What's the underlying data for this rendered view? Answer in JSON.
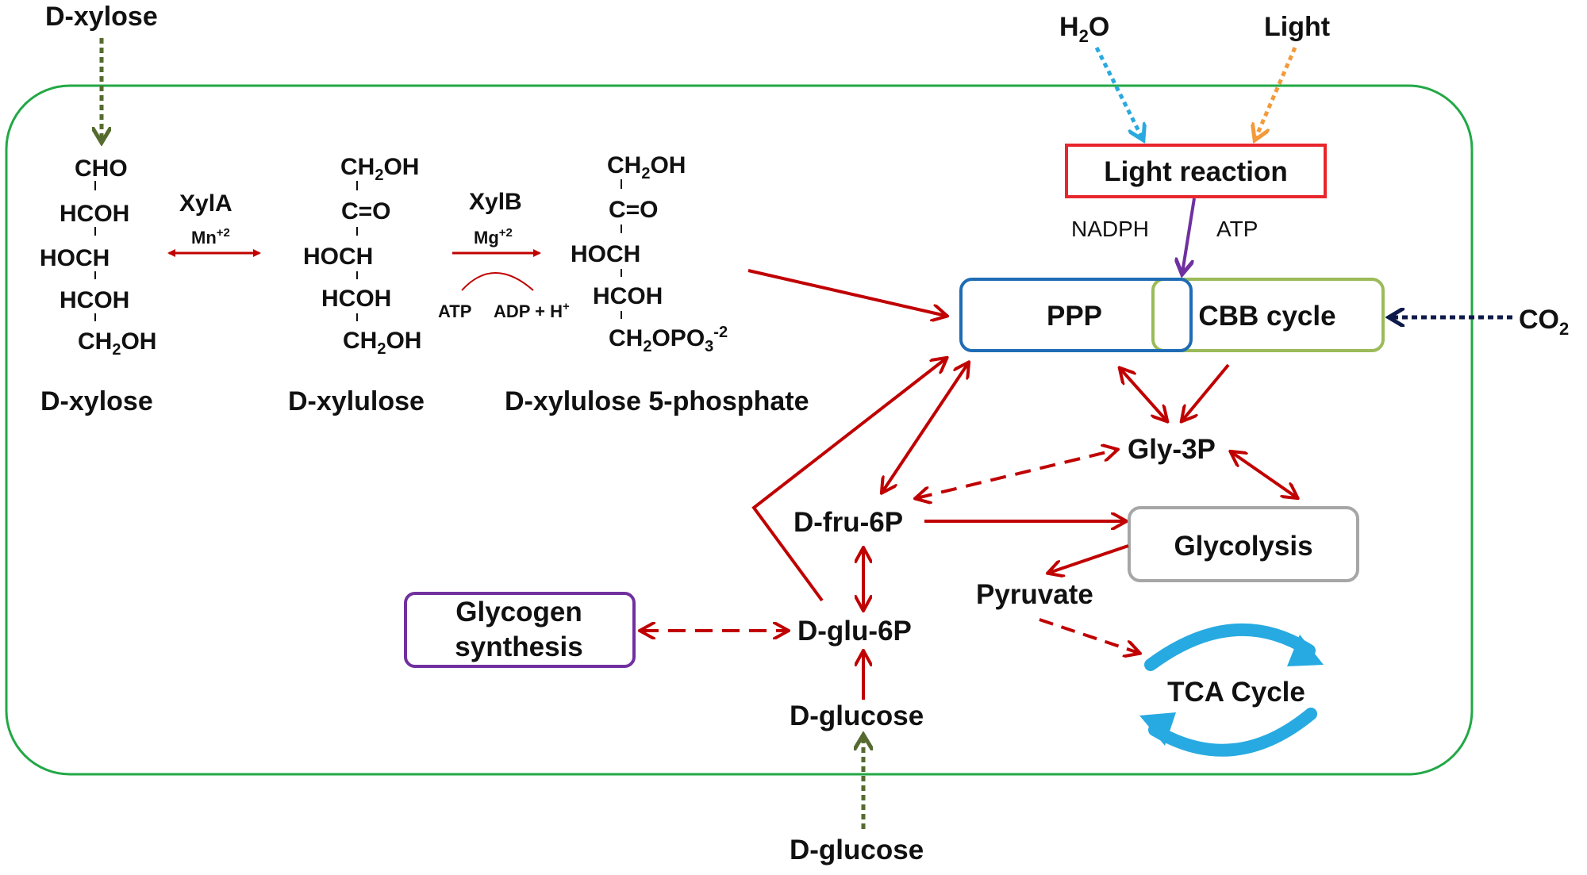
{
  "labels": {
    "xylose_external": "D-xylose",
    "glucose_external": "D-glucose",
    "water": "H",
    "water_sub": "2",
    "water_o": "O",
    "light": "Light",
    "co2": "CO",
    "co2_sub": "2"
  },
  "structures": {
    "xylose": {
      "name": "D-xylose",
      "lines": [
        "CHO",
        "HCOH",
        "HOCH",
        "HCOH",
        "CH2OH"
      ]
    },
    "xylulose": {
      "name": "D-xylulose",
      "lines": [
        "CH2OH",
        "C=O",
        "HOCH",
        "HCOH",
        "CH2OH"
      ]
    },
    "x5p": {
      "name": "D-xylulose 5-phosphate",
      "lines": [
        "CH2OH",
        "C=O",
        "HOCH",
        "HCOH",
        "CH2OPO3-2"
      ]
    }
  },
  "enzymes": {
    "xyla": "XylA",
    "xyla_cofactor": "Mn",
    "xyla_cofactor_charge": "+2",
    "xylb": "XylB",
    "xylb_cofactor": "Mg",
    "xylb_cofactor_charge": "+2",
    "atp": "ATP",
    "adp": "ADP + H",
    "adp_charge": "+"
  },
  "boxes": {
    "light_reaction": "Light reaction",
    "ppp": "PPP",
    "cbb": "CBB cycle",
    "glycolysis": "Glycolysis",
    "glycogen_line1": "Glycogen",
    "glycogen_line2": "synthesis"
  },
  "cofactors": {
    "nadph": "NADPH",
    "atp": "ATP"
  },
  "nodes": {
    "gly3p": "Gly-3P",
    "fru6p": "D-fru-6P",
    "glu6p": "D-glu-6P",
    "glucose": "D-glucose",
    "pyruvate": "Pyruvate",
    "tca": "TCA Cycle"
  },
  "colors": {
    "cell_border": "#22a846",
    "reaction_arrow": "#c00000",
    "uptake_arrow": "#556b2f",
    "water_arrow": "#29a9e0",
    "light_arrow": "#f39a3a",
    "co2_arrow": "#0d1a4a",
    "nadph_arrow": "#7030a0",
    "light_box": "#e8262d",
    "ppp_box": "#1f6cb5",
    "cbb_box": "#9bbb59",
    "glycolysis_box": "#a6a6a6",
    "glycogen_box": "#7030a0",
    "tca_arrow": "#27aae1"
  }
}
